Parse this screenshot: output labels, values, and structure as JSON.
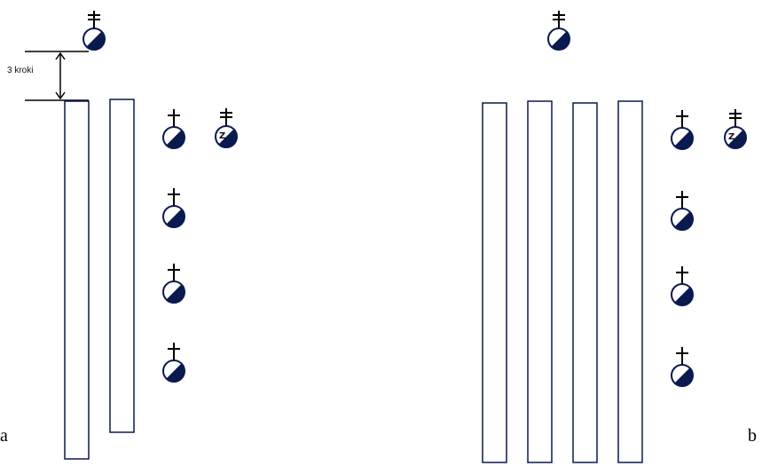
{
  "colors": {
    "navy": "#0a1a4f",
    "ink": "#000000",
    "paper": "#ffffff"
  },
  "icons": {
    "officer": "officer-figure-icon",
    "commander": "commander-figure-icon",
    "deputy": "deputy-figure-icon",
    "rank": "rank-figure-icon"
  },
  "panels": [
    {
      "label": "a",
      "measurement_label": "3 kroki",
      "commander_marker": "Z",
      "column_count": 2,
      "rank_figure_count": 4
    },
    {
      "label": "b",
      "commander_marker": "Z",
      "column_count": 4,
      "rank_figure_count": 4
    }
  ]
}
